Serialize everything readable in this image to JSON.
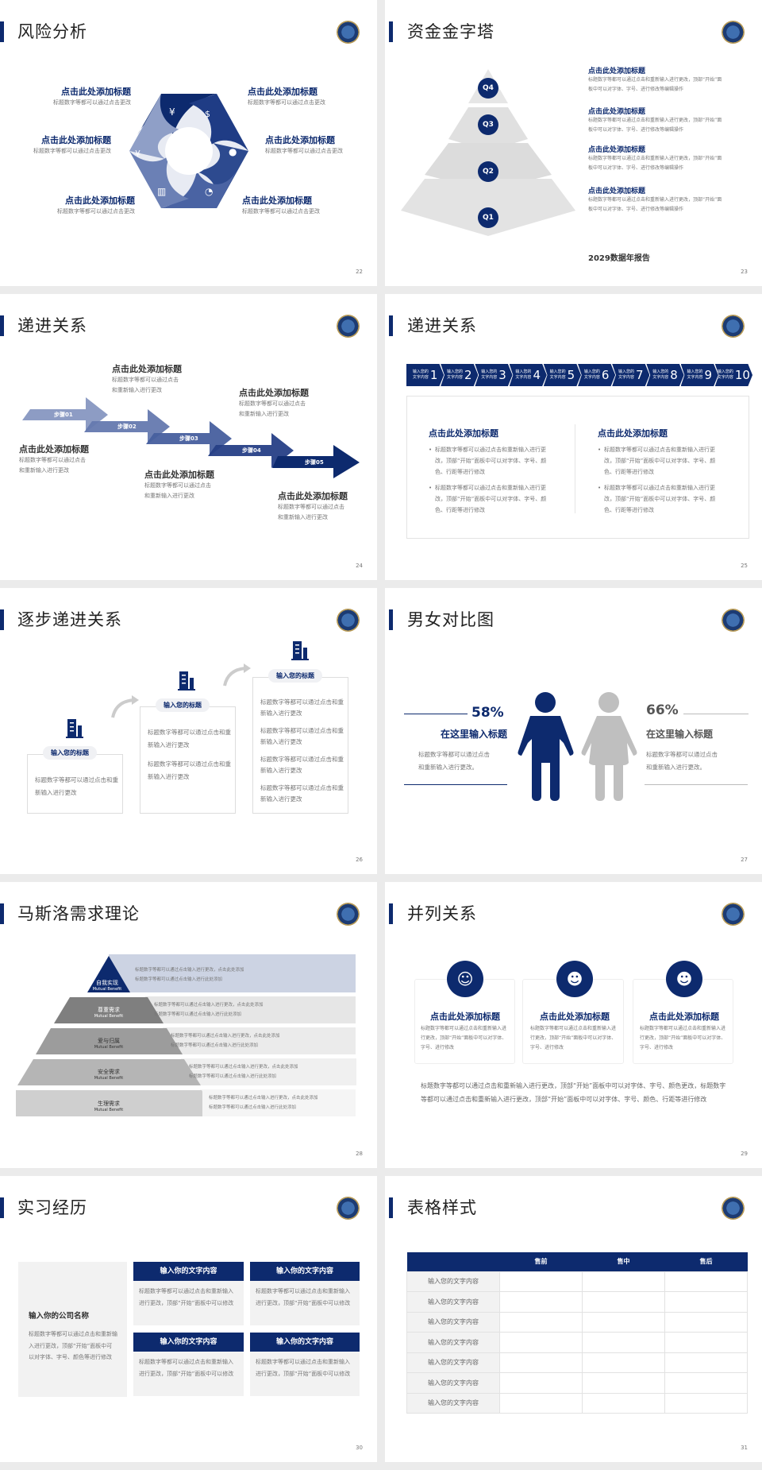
{
  "slides": {
    "s22": {
      "title": "风险分析",
      "page": "22",
      "items": [
        {
          "heading": "点击此处添加标题",
          "text": "标题数字等都可以通过点击更改",
          "icon": "money-bag-icon"
        },
        {
          "heading": "点击此处添加标题",
          "text": "标题数字等都可以通过点击更改",
          "icon": "coins-icon"
        },
        {
          "heading": "点击此处添加标题",
          "text": "标题数字等都可以通过点击更改",
          "icon": "hand-yen-icon"
        },
        {
          "heading": "点击此处添加标题",
          "text": "标题数字等都可以通过点击更改",
          "icon": "users-icon"
        },
        {
          "heading": "点击此处添加标题",
          "text": "标题数字等都可以通过点击更改",
          "icon": "building-icon"
        },
        {
          "heading": "点击此处添加标题",
          "text": "标题数字等都可以通过点击更改",
          "icon": "pie-chart-icon"
        }
      ]
    },
    "s23": {
      "title": "资金金字塔",
      "page": "23",
      "levels": [
        "Q4",
        "Q3",
        "Q2",
        "Q1"
      ],
      "items": [
        {
          "heading": "点击此处添加标题",
          "line1": "标题数字等都可以通过点击和重新输入进行更改，顶部“开始”面",
          "line2": "板中可以对字体、字号、进行修改等编辑操作"
        },
        {
          "heading": "点击此处添加标题",
          "line1": "标题数字等都可以通过点击和重新输入进行更改，顶部“开始”面",
          "line2": "板中可以对字体、字号、进行修改等编辑操作"
        },
        {
          "heading": "点击此处添加标题",
          "line1": "标题数字等都可以通过点击和重新输入进行更改，顶部“开始”面",
          "line2": "板中可以对字体、字号、进行修改等编辑操作"
        },
        {
          "heading": "点击此处添加标题",
          "line1": "标题数字等都可以通过点击和重新输入进行更改，顶部“开始”面",
          "line2": "板中可以对字体、字号、进行修改等编辑操作"
        }
      ],
      "footer": "2029数据年报告"
    },
    "s24": {
      "title": "递进关系",
      "page": "24",
      "steps": [
        "步骤01",
        "步骤02",
        "步骤03",
        "步骤04",
        "步骤05"
      ],
      "items": [
        {
          "heading": "点击此处添加标题",
          "line1": "标题数字等都可以通过点击",
          "line2": "和重新输入进行更改"
        },
        {
          "heading": "点击此处添加标题",
          "line1": "标题数字等都可以通过点击",
          "line2": "和重新输入进行更改"
        },
        {
          "heading": "点击此处添加标题",
          "line1": "标题数字等都可以通过点击",
          "line2": "和重新输入进行更改"
        },
        {
          "heading": "点击此处添加标题",
          "line1": "标题数字等都可以通过点击",
          "line2": "和重新输入进行更改"
        },
        {
          "heading": "点击此处添加标题",
          "line1": "标题数字等都可以通过点击",
          "line2": "和重新输入进行更改"
        }
      ]
    },
    "s25": {
      "title": "递进关系",
      "page": "25",
      "chevrons": [
        {
          "text1": "输入您的",
          "text2": "文字内容",
          "num": "1"
        },
        {
          "text1": "输入您的",
          "text2": "文字内容",
          "num": "2"
        },
        {
          "text1": "输入您的",
          "text2": "文字内容",
          "num": "3"
        },
        {
          "text1": "输入您的",
          "text2": "文字内容",
          "num": "4"
        },
        {
          "text1": "输入您的",
          "text2": "文字内容",
          "num": "5"
        },
        {
          "text1": "输入您的",
          "text2": "文字内容",
          "num": "6"
        },
        {
          "text1": "输入您的",
          "text2": "文字内容",
          "num": "7"
        },
        {
          "text1": "输入您的",
          "text2": "文字内容",
          "num": "8"
        },
        {
          "text1": "输入您的",
          "text2": "文字内容",
          "num": "9"
        },
        {
          "text1": "输入您的",
          "text2": "文字内容",
          "num": "10"
        }
      ],
      "columns": [
        {
          "heading": "点击此处添加标题",
          "bullets": [
            "标题数字等都可以通过点击和重新输入进行更改，顶部“开始”面板中可以对字体、字号、颜色、行距等进行修改",
            "标题数字等都可以通过点击和重新输入进行更改，顶部“开始”面板中可以对字体、字号、颜色、行距等进行修改"
          ]
        },
        {
          "heading": "点击此处添加标题",
          "bullets": [
            "标题数字等都可以通过点击和重新输入进行更改，顶部“开始”面板中可以对字体、字号、颜色、行距等进行修改",
            "标题数字等都可以通过点击和重新输入进行更改，顶部“开始”面板中可以对字体、字号、颜色、行距等进行修改"
          ]
        }
      ]
    },
    "s26": {
      "title": "逐步递进关系",
      "page": "26",
      "boxes": [
        {
          "heading": "输入您的标题",
          "paras": [
            "标题数字等都可以通过点击和重新输入进行更改"
          ]
        },
        {
          "heading": "输入您的标题",
          "paras": [
            "标题数字等都可以通过点击和重新输入进行更改",
            "标题数字等都可以通过点击和重新输入进行更改"
          ]
        },
        {
          "heading": "输入您的标题",
          "paras": [
            "标题数字等都可以通过点击和重新输入进行更改",
            "标题数字等都可以通过点击和重新输入进行更改",
            "标题数字等都可以通过点击和重新输入进行更改",
            "标题数字等都可以通过点击和重新输入进行更改"
          ]
        }
      ]
    },
    "s27": {
      "title": "男女对比图",
      "page": "27",
      "male": {
        "percent": "58%",
        "heading": "在这里输入标题",
        "line1": "标题数字等都可以通过点击",
        "line2": "和重新输入进行更改。",
        "color": "#0d2a6e"
      },
      "female": {
        "percent": "66%",
        "heading": "在这里输入标题",
        "line1": "标题数字等都可以通过点击",
        "line2": "和重新输入进行更改。",
        "color": "#bfbfbf"
      }
    },
    "s28": {
      "title": "马斯洛需求理论",
      "page": "28",
      "levels": [
        {
          "name": "自我实现",
          "en": "Mutual Benefit",
          "b1": "标题数字等都可以通过点击输入进行更改，点击此处添加",
          "b2": "标题数字等都可以通过点击输入进行此处添加"
        },
        {
          "name": "尊重需求",
          "en": "Mutual Benefit",
          "b1": "标题数字等都可以通过点击输入进行更改，点击此处添加",
          "b2": "标题数字等都可以通过点击输入进行此处添加"
        },
        {
          "name": "爱与归属",
          "en": "Mutual Benefit",
          "b1": "标题数字等都可以通过点击输入进行更改，点击此处添加",
          "b2": "标题数字等都可以通过点击输入进行此处添加"
        },
        {
          "name": "安全需求",
          "en": "Mutual Benefit",
          "b1": "标题数字等都可以通过点击输入进行更改，点击此处添加",
          "b2": "标题数字等都可以通过点击输入进行此处添加"
        },
        {
          "name": "生理需求",
          "en": "Mutual Benefit",
          "b1": "标题数字等都可以通过点击输入进行更改，点击此处添加",
          "b2": "标题数字等都可以通过点击输入进行此处添加"
        }
      ]
    },
    "s29": {
      "title": "并列关系",
      "page": "29",
      "cards": [
        {
          "heading": "点击此处添加标题",
          "text": "标题数字等都可以通过点击和重新输入进行更改，顶部“开始”面板中可以对字体、字号、进行修改",
          "icon": "headset-user-icon"
        },
        {
          "heading": "点击此处添加标题",
          "text": "标题数字等都可以通过点击和重新输入进行更改，顶部“开始”面板中可以对字体、字号、进行修改",
          "icon": "user-icon"
        },
        {
          "heading": "点击此处添加标题",
          "text": "标题数字等都可以通过点击和重新输入进行更改，顶部“开始”面板中可以对字体、字号、进行修改",
          "icon": "presenter-icon"
        }
      ],
      "paragraph": "标题数字等都可以通过点击和重新输入进行更改，顶部“开始”面板中可以对字体、字号、颜色更改，标题数字等都可以通过点击和重新输入进行更改，顶部“开始”面板中可以对字体、字号、颜色、行距等进行修改"
    },
    "s30": {
      "title": "实习经历",
      "page": "30",
      "company": {
        "name": "输入你的公司名称",
        "text": "标题数字等都可以通过点击和重新输入进行更改，顶部“开始”面板中可以对字体、字号、颜色等进行修改"
      },
      "cards": [
        {
          "heading": "输入你的文字内容",
          "text": "标题数字等都可以通过点击和重新输入进行更改，顶部“开始”面板中可以修改"
        },
        {
          "heading": "输入你的文字内容",
          "text": "标题数字等都可以通过点击和重新输入进行更改，顶部“开始”面板中可以修改"
        },
        {
          "heading": "输入你的文字内容",
          "text": "标题数字等都可以通过点击和重新输入进行更改，顶部“开始”面板中可以修改"
        },
        {
          "heading": "输入你的文字内容",
          "text": "标题数字等都可以通过点击和重新输入进行更改，顶部“开始”面板中可以修改"
        }
      ]
    },
    "s31": {
      "title": "表格样式",
      "page": "31",
      "headers": [
        "",
        "售前",
        "售中",
        "售后"
      ],
      "rows": [
        "输入您的文字内容",
        "输入您的文字内容",
        "输入您的文字内容",
        "输入您的文字内容",
        "输入您的文字内容",
        "输入您的文字内容",
        "输入您的文字内容"
      ]
    }
  },
  "colors": {
    "navy": "#0d2a6e",
    "gray": "#bfbfbf",
    "background": "#ebebeb"
  }
}
